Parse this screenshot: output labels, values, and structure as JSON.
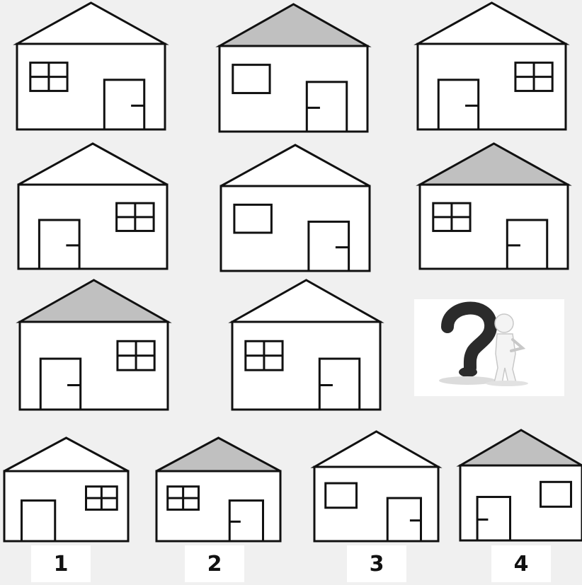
{
  "puzzle": {
    "grid": [
      {
        "roof": "white",
        "window": "grid",
        "door": "right",
        "handle": "right"
      },
      {
        "roof": "gray",
        "window": "plain",
        "door": "right",
        "handle": "left"
      },
      {
        "roof": "white",
        "window": "grid",
        "door": "left",
        "handle": "right"
      },
      {
        "roof": "white",
        "window": "grid",
        "door": "left",
        "handle": "right"
      },
      {
        "roof": "white",
        "window": "plain",
        "door": "right",
        "handle": "right"
      },
      {
        "roof": "gray",
        "window": "grid",
        "door": "right",
        "handle": "left"
      },
      {
        "roof": "gray",
        "window": "grid",
        "door": "left",
        "handle": "right"
      },
      {
        "roof": "white",
        "window": "grid",
        "door": "right",
        "handle": "left"
      }
    ],
    "missing_cell_icon": "question-mark-figure-icon"
  },
  "options": [
    {
      "label": "1",
      "roof": "white",
      "window": "grid",
      "door": "left",
      "handle": "none"
    },
    {
      "label": "2",
      "roof": "gray",
      "window": "grid",
      "door": "right",
      "handle": "left"
    },
    {
      "label": "3",
      "roof": "white",
      "window": "plain",
      "door": "right",
      "handle": "right"
    },
    {
      "label": "4",
      "roof": "gray",
      "window": "plain",
      "door": "left",
      "handle": "left"
    }
  ],
  "colors": {
    "background": "#f0f0f0",
    "gray_roof": "#c0c0c0",
    "white_roof": "#ffffff",
    "stroke": "#111111",
    "question_mark": "#2b2b2b"
  }
}
